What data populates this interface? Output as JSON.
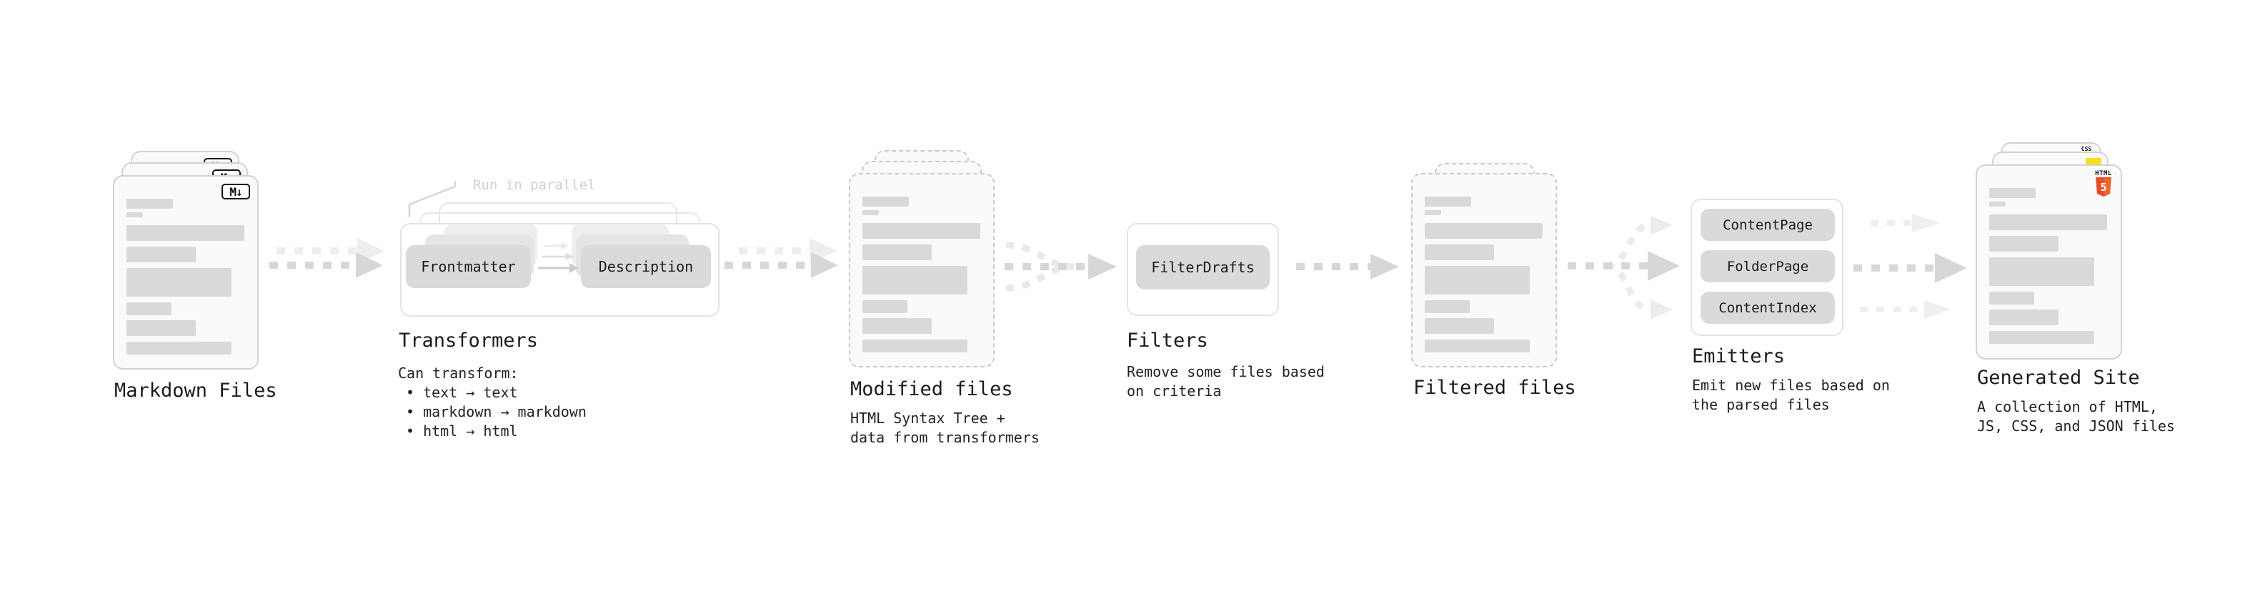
{
  "stages": {
    "markdown": {
      "label": "Markdown Files",
      "badge": "M↓"
    },
    "transformers": {
      "heading": "Transformers",
      "note": "Run in parallel",
      "pill_left": "Frontmatter",
      "pill_right": "Description",
      "desc_title": "Can transform:",
      "bullets": [
        "• text → text",
        "• markdown → markdown",
        "• html → html"
      ]
    },
    "modified": {
      "label": "Modified files",
      "desc1": "HTML Syntax Tree +",
      "desc2": "data from transformers"
    },
    "filters": {
      "heading": "Filters",
      "pill": "FilterDrafts",
      "desc1": "Remove some files based",
      "desc2": "on criteria"
    },
    "filtered": {
      "label": "Filtered files"
    },
    "emitters": {
      "heading": "Emitters",
      "pills": [
        "ContentPage",
        "FolderPage",
        "ContentIndex"
      ],
      "desc1": "Emit new files based on",
      "desc2": "the parsed files"
    },
    "generated": {
      "label": "Generated Site",
      "desc1": "A collection of HTML,",
      "desc2": "JS, CSS, and JSON files",
      "badge_html_word": "HTML",
      "badge_html_num": "5",
      "badge_css": "CSS"
    }
  },
  "colors": {
    "arrow_main": "#d7d7d7",
    "arrow_light": "#eeeeee",
    "arrow_branch": "#e9e9e9",
    "bar_gray": "#d9d9d9",
    "pill_gray": "#dadada",
    "html5_orange": "#e44d26",
    "js_yellow": "#f7df1e",
    "css_blue": "#2965f1"
  }
}
